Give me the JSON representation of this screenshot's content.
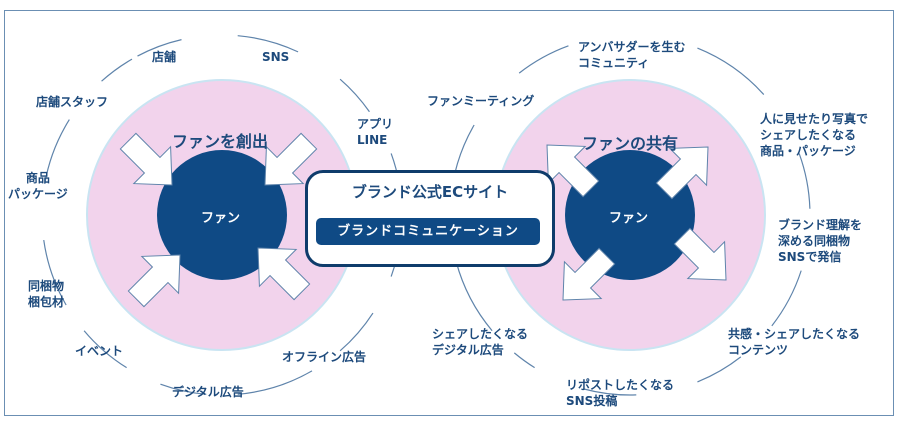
{
  "colors": {
    "navy": "#0f4a85",
    "pink": "#f2d3ec",
    "pink_edge": "#c9e4f2",
    "line": "#5f84ab",
    "text": "#1d4a7c",
    "frame": "#6b8fb3"
  },
  "left": {
    "title": "ファンを創出",
    "core_label": "ファン",
    "arrow_direction": "inward",
    "touchpoints": [
      "店舗",
      "SNS",
      "アプリ\nLINE",
      "店舗スタッフ",
      "商品\nパッケージ",
      "同梱物\n梱包材",
      "イベント",
      "デジタル広告",
      "オフライン広告"
    ]
  },
  "center": {
    "title": "ブランド公式ECサイト",
    "pill": "ブランドコミュニケーション"
  },
  "right": {
    "title": "ファンの共有",
    "core_label": "ファン",
    "arrow_direction": "outward",
    "touchpoints": [
      "ファンミーティング",
      "アンバサダーを生む\nコミュニティ",
      "人に見せたり写真で\nシェアしたくなる\n商品・パッケージ",
      "ブランド理解を\n深める同梱物\nSNSで発信",
      "共感・シェアしたくなる\nコンテンツ",
      "リポストしたくなる\nSNS投稿",
      "シェアしたくなる\nデジタル広告"
    ]
  }
}
